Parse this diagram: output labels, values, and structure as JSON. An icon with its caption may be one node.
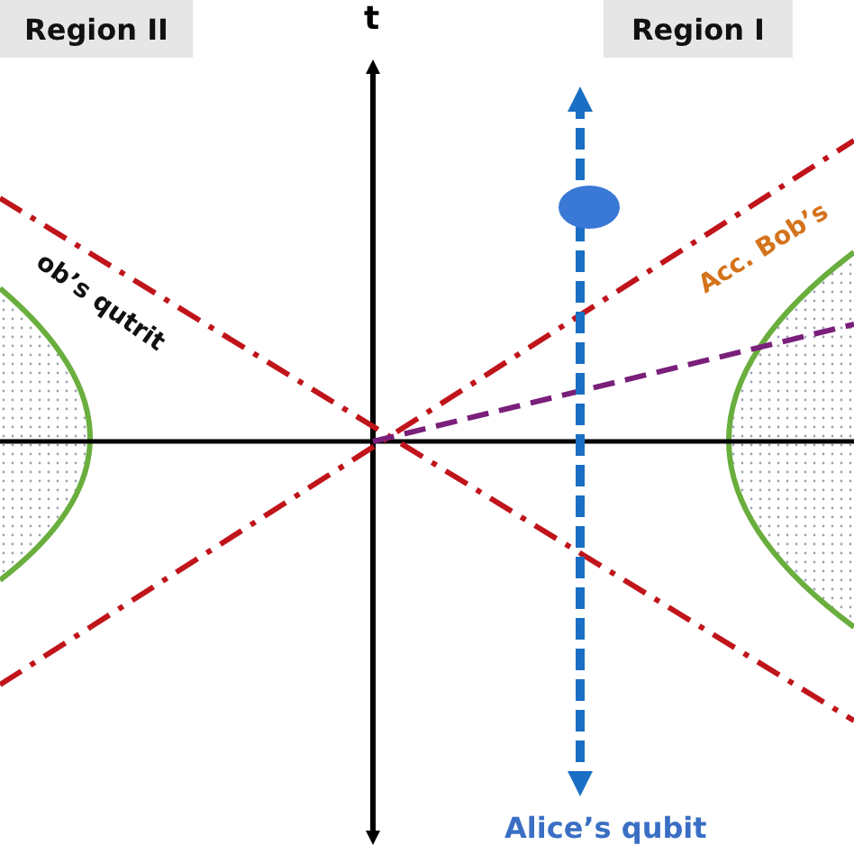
{
  "diagram": {
    "nodes": [
      {
        "text": [
          "Region II"
        ]
      },
      {
        "text": [
          "Region I"
        ]
      }
    ],
    "labels": [
      "t",
      "ob’s qutrit",
      "Acc. Bob’s",
      "Alice’s qubit"
    ]
  }
}
